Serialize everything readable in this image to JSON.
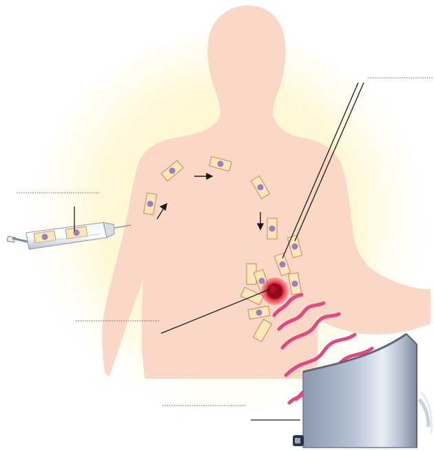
{
  "labels": [
    {
      "id": "label-syringe",
      "text": ""
    },
    {
      "id": "label-tumor",
      "text": ""
    },
    {
      "id": "label-device",
      "text": ""
    },
    {
      "id": "label-cells-at-tumor",
      "text": ""
    }
  ],
  "colors": {
    "body": "#fad7c6",
    "glow": "#fff4b8",
    "cell_fill": "#fbe7b8",
    "cell_stroke": "#d88f6a",
    "nucleus": "#9a7fc4",
    "tumor": "#d8152b",
    "waves": "#e3477f",
    "device_face": "#aab7c9",
    "device_edge": "#6e7c8e",
    "pointer_lines": "#1a1a1a",
    "label_dots": "#777777"
  },
  "icons": [
    "syringe-icon",
    "arrow-right-icon",
    "arrow-down-icon",
    "arrow-up-right-icon",
    "tumor-icon",
    "radio-wave-icon",
    "applicator-device-icon"
  ]
}
